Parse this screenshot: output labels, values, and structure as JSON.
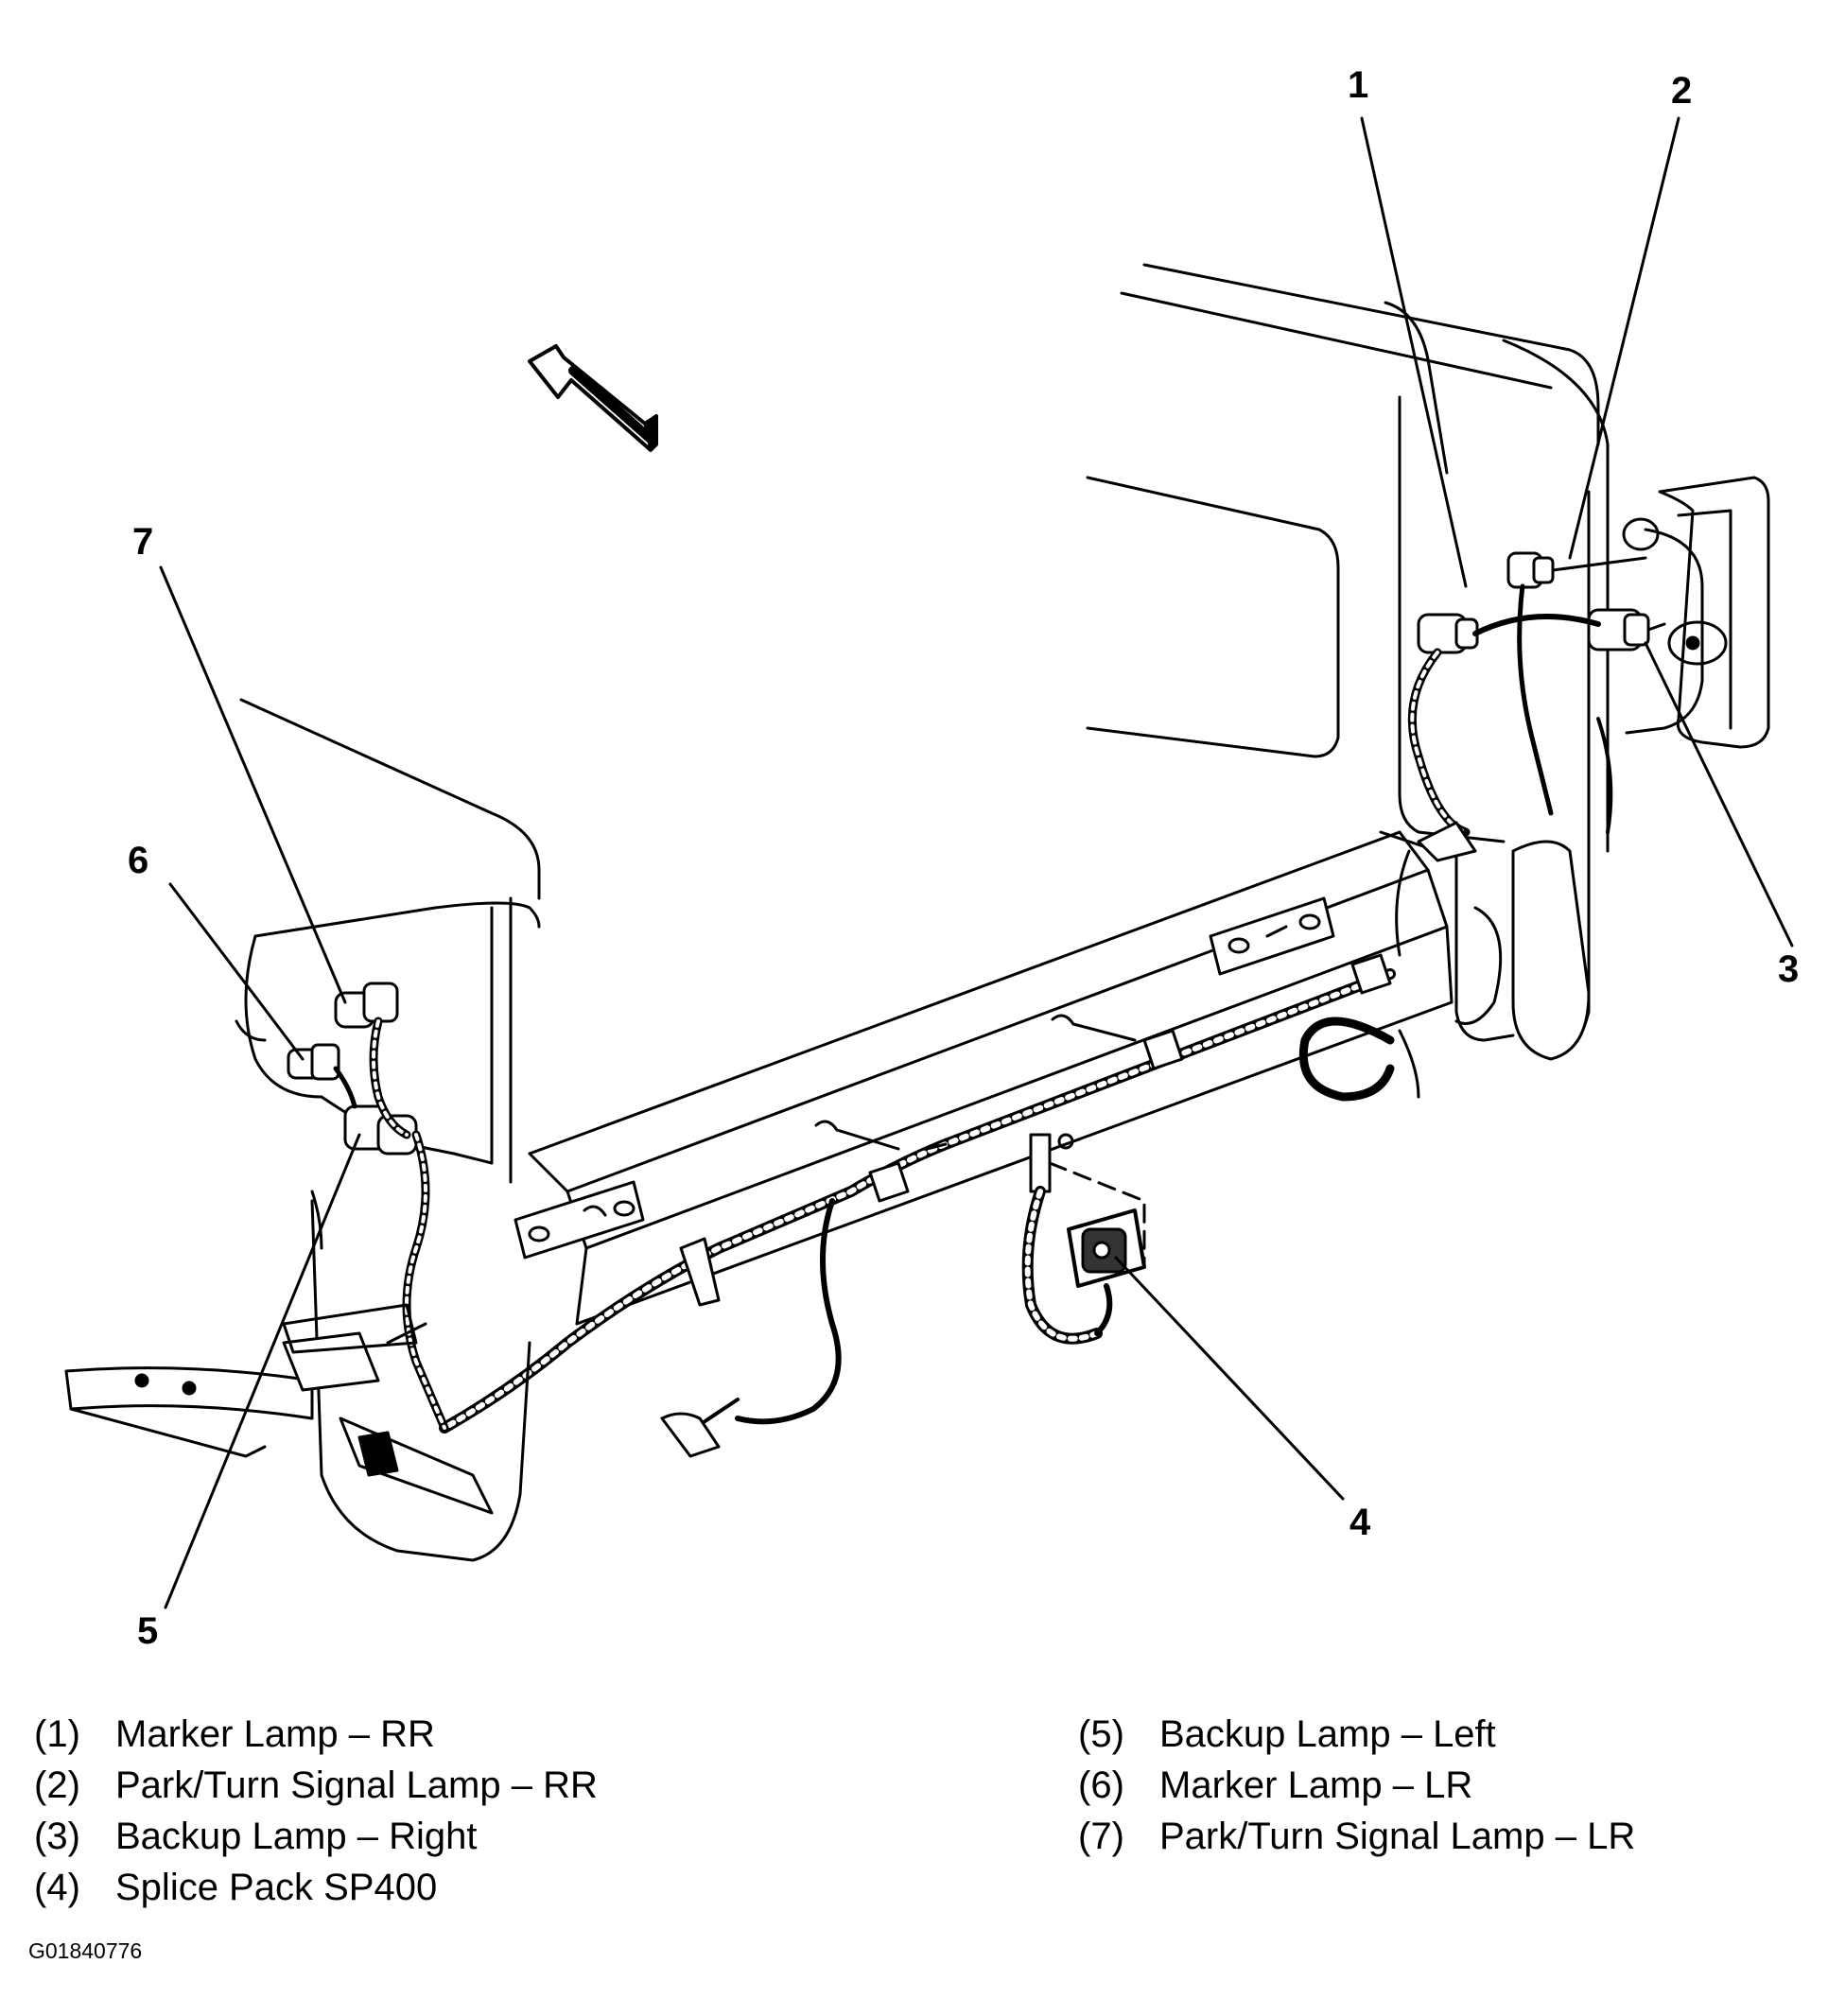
{
  "callouts": [
    {
      "id": "1",
      "text": "1"
    },
    {
      "id": "2",
      "text": "2"
    },
    {
      "id": "3",
      "text": "3"
    },
    {
      "id": "4",
      "text": "4"
    },
    {
      "id": "5",
      "text": "5"
    },
    {
      "id": "6",
      "text": "6"
    },
    {
      "id": "7",
      "text": "7"
    }
  ],
  "legend": [
    {
      "num": "(1)",
      "label": "Marker Lamp – RR"
    },
    {
      "num": "(2)",
      "label": "Park/Turn Signal Lamp – RR"
    },
    {
      "num": "(3)",
      "label": "Backup Lamp – Right"
    },
    {
      "num": "(4)",
      "label": "Splice Pack SP400"
    },
    {
      "num": "(5)",
      "label": "Backup Lamp – Left"
    },
    {
      "num": "(6)",
      "label": "Marker Lamp – LR"
    },
    {
      "num": "(7)",
      "label": "Park/Turn Signal Lamp – LR"
    }
  ],
  "figure_id": "G01840776",
  "colors": {
    "line": "#000000",
    "background": "#ffffff"
  },
  "icons": {
    "direction": "forward-arrow-icon"
  }
}
